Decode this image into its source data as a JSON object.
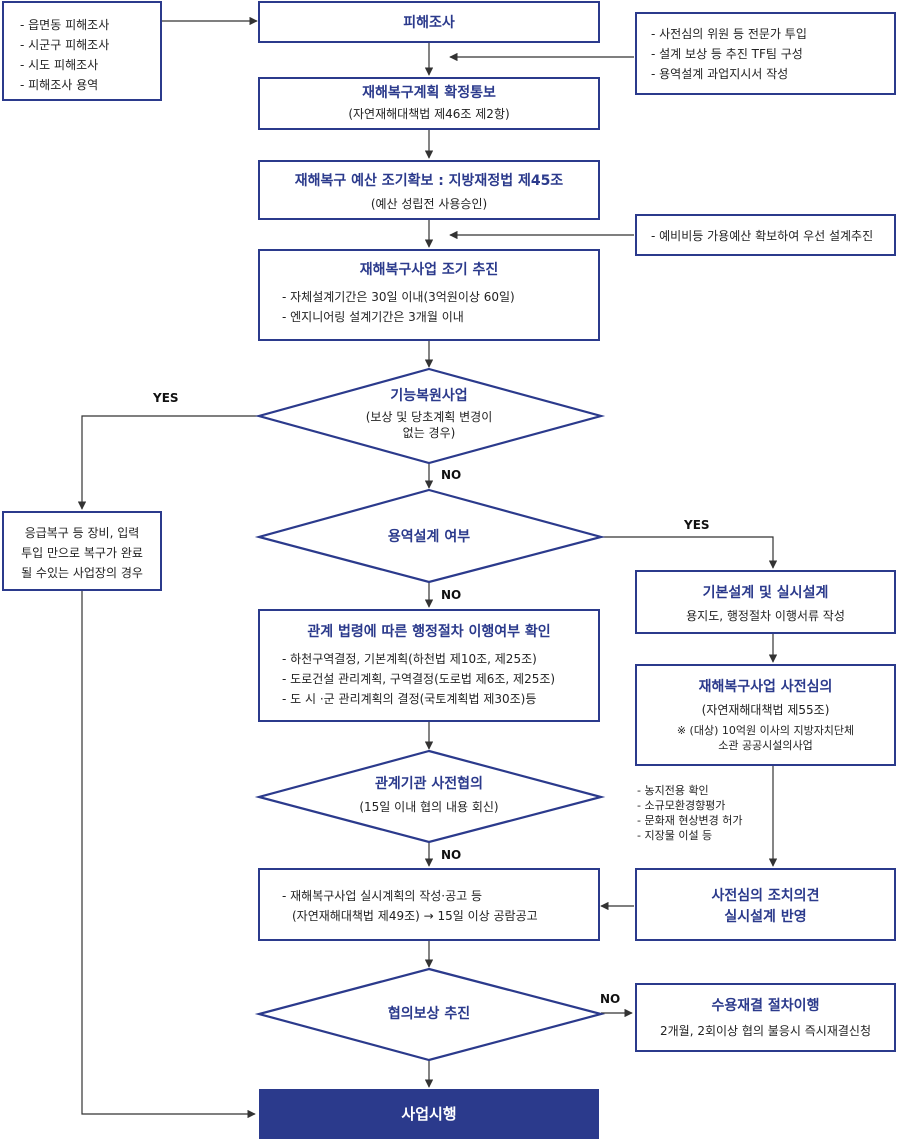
{
  "colors": {
    "primary": "#2b3a8c",
    "line": "#333333",
    "text": "#222222"
  },
  "left_top_list": [
    "- 읍면동 피해조사",
    "- 시군구 피해조사",
    "- 시도 피해조사",
    "- 피해조사 용역"
  ],
  "right_top_list": [
    "- 사전심의 위원 등 전문가 투입",
    "- 설계 보상 등 추진 TF팀 구성",
    "- 용역설계 과업지시서 작성"
  ],
  "right_mid_note": "- 예비비등 가용예산 확보하여 우선 설계추진",
  "steps": {
    "damage_survey": {
      "title": "피해조사"
    },
    "plan_notice": {
      "title": "재해복구계획 확정통보",
      "sub": "(자연재해대책법 제46조 제2항)"
    },
    "budget": {
      "title": "재해복구 예산 조기확보 : 지방재정법 제45조",
      "sub": "(예산 성립전 사용승인)"
    },
    "early_start": {
      "title": "재해복구사업 조기 추진",
      "items": [
        "- 자체설계기간은 30일 이내(3억원이상 60일)",
        "- 엔지니어링 설계기간은 3개월 이내"
      ]
    },
    "admin_check": {
      "title": "관계 법령에 따른 행정절차 이행여부 확인",
      "items": [
        "- 하천구역결정, 기본계획(하천법 제10조, 제25조)",
        "- 도로건설 관리계획, 구역결정(도로법 제6조, 제25조)",
        "- 도 시 ·군 관리계획의 결정(국토계획법 제30조)등"
      ]
    },
    "exec_plan": {
      "items": [
        "- 재해복구사업 실시계획의 작성·공고 등",
        "(자연재해대책법 제49조) → 15일 이상 공람공고"
      ]
    },
    "final": {
      "title": "사업시행"
    }
  },
  "diamonds": {
    "function_restore": {
      "title": "기능복원사업",
      "sub1": "(보상 및 당초계획 변경이",
      "sub2": "없는 경우)"
    },
    "service_design": {
      "title": "용역설계 여부"
    },
    "agency_consult": {
      "title": "관계기관 사전협의",
      "sub": "(15일 이내 협의 내용 회신)"
    },
    "negotiation": {
      "title": "협의보상 추진"
    }
  },
  "left_side_box": {
    "lines": [
      "응급복구 등 장비, 입력",
      "투입 만으로 복구가 완료",
      "될 수있는 사업장의 경우"
    ]
  },
  "right_col": {
    "basic_design": {
      "title": "기본설계 및 실시설계",
      "sub": "용지도, 행정절차 이행서류 작성"
    },
    "pre_review": {
      "title": "재해복구사업 사전심의",
      "sub": "(자연재해대책법 제55조)",
      "note1": "※ (대상) 10억원 이사의 지방자치단체",
      "note2": "소관 공공시설의사업"
    },
    "review_items": [
      "- 농지전용 확인",
      "- 소규모환경향평가",
      "- 문화재 현상변경 허가",
      "- 지장물 이설 등"
    ],
    "opinion": {
      "line1": "사전심의 조치의견",
      "line2": "실시설계 반영"
    },
    "expropriation": {
      "title": "수용재결 절차이행",
      "sub": "2개월, 2회이상 협의 불응시 즉시재결신청"
    }
  },
  "labels": {
    "yes": "YES",
    "no": "NO"
  }
}
